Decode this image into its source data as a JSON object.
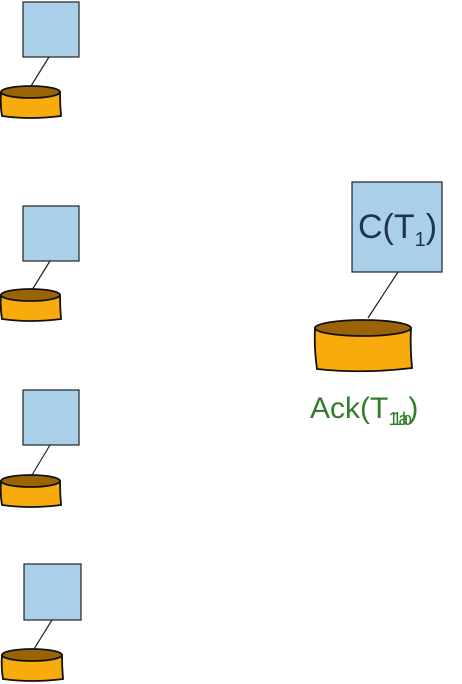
{
  "nodes": {
    "participants": [
      {
        "id": "participant-1"
      },
      {
        "id": "participant-2"
      },
      {
        "id": "participant-3"
      },
      {
        "id": "participant-4"
      }
    ],
    "coordinator": {
      "label_main": "C(T",
      "label_sub": "1",
      "label_close": ")"
    }
  },
  "ack": {
    "label_main": "Ack(T",
    "label_sub": "1a",
    "label_sub_overlap": "1b",
    "label_close": ")"
  },
  "colors": {
    "box_fill": "#a9cfe9",
    "drum_body": "#f7ab0c",
    "drum_top": "#9a6406",
    "ack_text": "#2f7f2a",
    "coordinator_text": "#1e3550"
  }
}
